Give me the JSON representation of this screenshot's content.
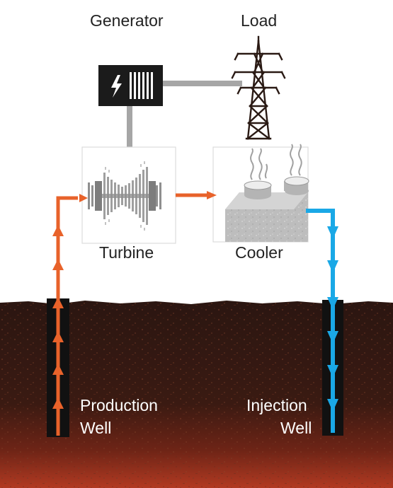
{
  "labels": {
    "generator": "Generator",
    "load": "Load",
    "turbine": "Turbine",
    "cooler": "Cooler",
    "production_well_line1": "Production",
    "production_well_line2": "Well",
    "injection_well_line1": "Injection",
    "injection_well_line2": "Well"
  },
  "colors": {
    "hot_flow": "#e8622a",
    "cold_flow": "#1aa8e6",
    "connector": "#a6a6a6",
    "generator_box": "#1b1b1b",
    "tower": "#2a1a14",
    "ground_top": "#2b1611",
    "ground_bottom": "#b23a22",
    "well_casing": "#111111"
  },
  "icons": {
    "generator": "lightning-bolt-icon",
    "load": "transmission-tower-icon",
    "turbine": "turbine-icon",
    "cooler": "cooling-tower-icon"
  }
}
